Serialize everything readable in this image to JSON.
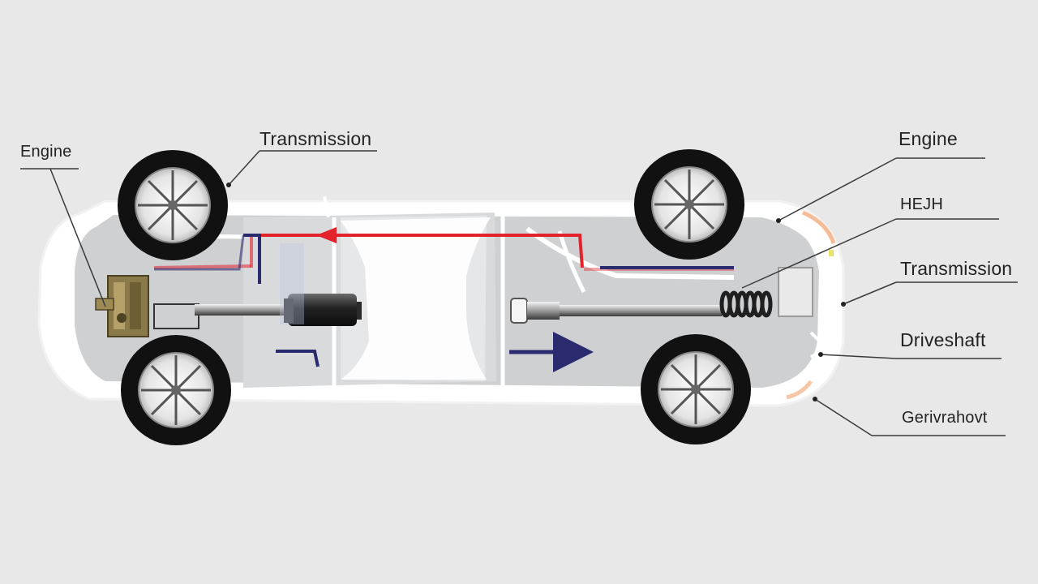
{
  "labels": {
    "engine_left": "Engine",
    "transmission_top": "Transmission",
    "engine_right": "Engine",
    "hejh": "HEJH",
    "transmission_right": "Transmission",
    "driveshaft": "Driveshaft",
    "gerivrahovt": "Gerivrahovt"
  },
  "colors": {
    "background": "#e8e8e9",
    "flow_red": "#e3232b",
    "flow_navy": "#2a2a6e",
    "tire": "#111111",
    "body": "#ffffff",
    "floor": "#cfd0d2",
    "accent_orange": "#f2a06a"
  }
}
